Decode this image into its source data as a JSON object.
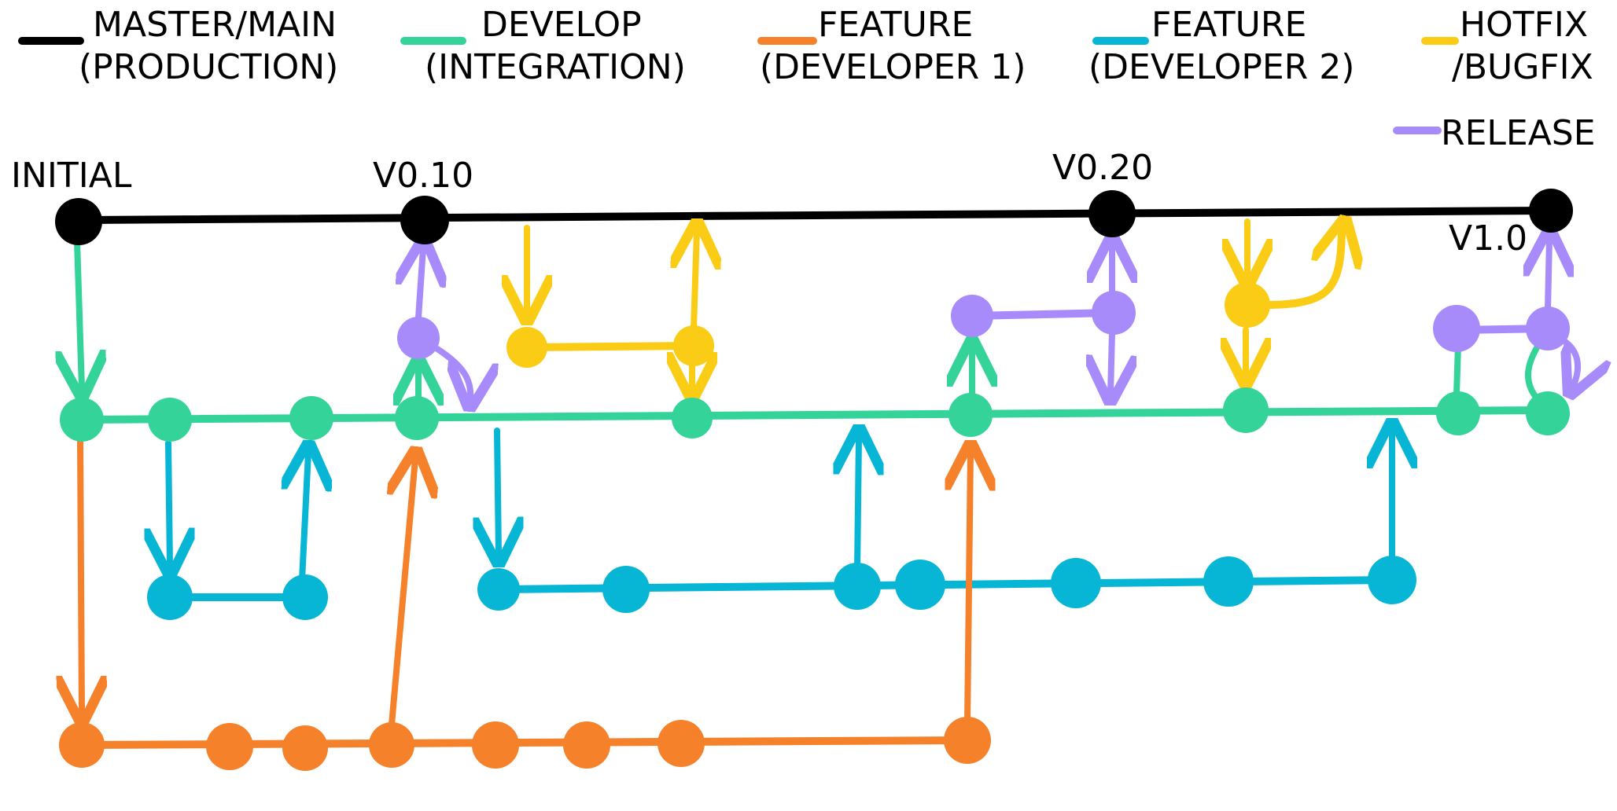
{
  "colors": {
    "master": "#000000",
    "develop": "#34d399",
    "feature1": "#f5812a",
    "feature2": "#06b6d4",
    "hotfix": "#facc15",
    "release": "#a78bfa"
  },
  "legend": [
    {
      "key": "master",
      "line1": "MASTER/MAIN",
      "line2": "(PRODUCTION)"
    },
    {
      "key": "develop",
      "line1": "DEVELOP",
      "line2": "(INTEGRATION)"
    },
    {
      "key": "feature1",
      "line1": "FEATURE",
      "line2": "(DEVELOPER 1)"
    },
    {
      "key": "feature2",
      "line1": "FEATURE",
      "line2": "(DEVELOPER 2)"
    },
    {
      "key": "hotfix",
      "line1": "HOTFIX",
      "line2": "/BUGFIX"
    },
    {
      "key": "release",
      "line1": "RELEASE",
      "line2": ""
    }
  ],
  "tags": {
    "initial": "INITIAL",
    "v010": "V0.10",
    "v020": "V0.20",
    "v10": "V1.0"
  }
}
